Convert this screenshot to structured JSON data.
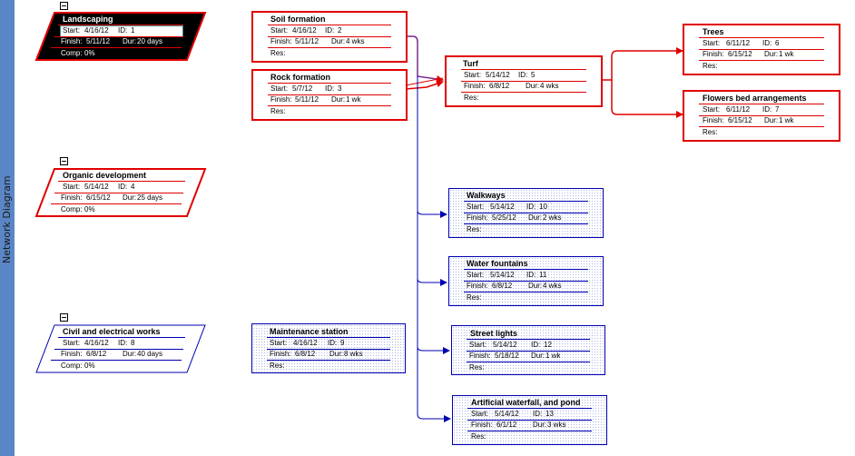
{
  "sidebar": {
    "label": "Network Diagram"
  },
  "field_labels": {
    "start": "Start:",
    "finish": "Finish:",
    "id": "ID:",
    "dur": "Dur:",
    "comp": "Comp:",
    "res": "Res:"
  },
  "summaries": [
    {
      "name": "Landscaping",
      "start": "4/16/12",
      "id": "1",
      "finish": "5/11/12",
      "dur": "20 days",
      "comp": "0%"
    },
    {
      "name": "Organic development",
      "start": "5/14/12",
      "id": "4",
      "finish": "6/15/12",
      "dur": "25 days",
      "comp": "0%"
    },
    {
      "name": "Civil and electrical works",
      "start": "4/16/12",
      "id": "8",
      "finish": "6/8/12",
      "dur": "40 days",
      "comp": "0%"
    }
  ],
  "tasks": {
    "soil": {
      "name": "Soil formation",
      "start": "4/16/12",
      "id": "2",
      "finish": "5/11/12",
      "dur": "4 wks"
    },
    "rock": {
      "name": "Rock formation",
      "start": "5/7/12",
      "id": "3",
      "finish": "5/11/12",
      "dur": "1 wk"
    },
    "turf": {
      "name": "Turf",
      "start": "5/14/12",
      "id": "5",
      "finish": "6/8/12",
      "dur": "4 wks"
    },
    "trees": {
      "name": "Trees",
      "start": "6/11/12",
      "id": "6",
      "finish": "6/15/12",
      "dur": "1 wk"
    },
    "flowers": {
      "name": "Flowers bed arrangements",
      "start": "6/11/12",
      "id": "7",
      "finish": "6/15/12",
      "dur": "1 wk"
    },
    "maint": {
      "name": "Maintenance station",
      "start": "4/16/12",
      "id": "9",
      "finish": "6/8/12",
      "dur": "8 wks"
    },
    "walk": {
      "name": "Walkways",
      "start": "5/14/12",
      "id": "10",
      "finish": "5/25/12",
      "dur": "2 wks"
    },
    "water": {
      "name": "Water fountains",
      "start": "5/14/12",
      "id": "11",
      "finish": "6/8/12",
      "dur": "4 wks"
    },
    "street": {
      "name": "Street lights",
      "start": "5/14/12",
      "id": "12",
      "finish": "5/18/12",
      "dur": "1 wk"
    },
    "fall": {
      "name": "Artificial waterfall, and pond",
      "start": "5/14/12",
      "id": "13",
      "finish": "6/1/12",
      "dur": "3 wks"
    }
  }
}
